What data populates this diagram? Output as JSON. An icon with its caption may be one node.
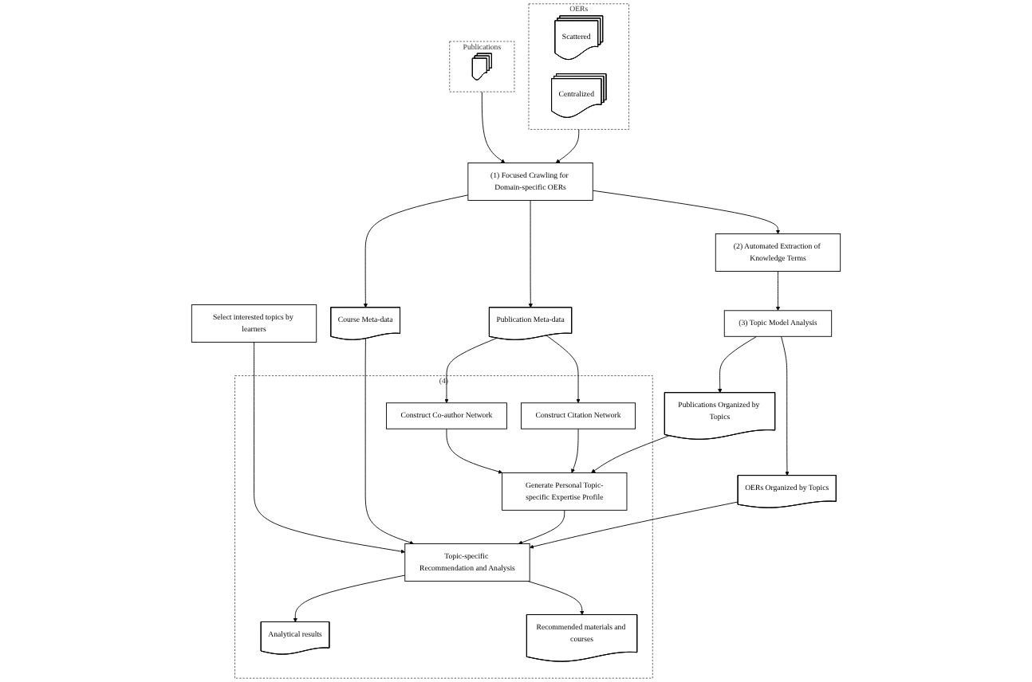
{
  "diagram": {
    "nodes": [
      {
        "text": [
          "Publications"
        ]
      },
      {
        "text": [],
        "shape": "document",
        "in": 0
      },
      {
        "text": [
          "OERs"
        ]
      },
      {
        "text": [
          "Scattered"
        ],
        "in": 2
      },
      {
        "text": [
          "Centralized"
        ],
        "in": 2
      },
      {
        "text": [
          "Course Meta-data"
        ]
      },
      {
        "text": [
          "(1) Focused Crawling for Domain-specific OERs"
        ]
      },
      {
        "text": [
          "(2) Automated Extraction of Knowledge Terms"
        ]
      },
      {
        "text": [
          "Publication Meta-data"
        ]
      },
      {
        "text": [
          "(4)"
        ]
      },
      {
        "text": [
          "Construct Co-author Network"
        ],
        "in": 9
      },
      {
        "text": [
          "Construct Citation Network"
        ],
        "in": 9
      },
      {
        "text": [
          "(3) Topic Model Analysis"
        ]
      },
      {
        "text": [
          "Generate Personal Topic-specific Expertise Profile"
        ],
        "in": 9
      },
      {
        "text": [
          "Publications Organized by Topics"
        ]
      },
      {
        "text": [
          "OERs Organized by Topics"
        ]
      },
      {
        "text": [
          "Topic-specific Recommendation and Analysis"
        ],
        "in": 9
      },
      {
        "text": [
          "Analytical results"
        ],
        "in": 9
      },
      {
        "text": [
          "Recommended materials and courses"
        ],
        "in": 9
      },
      {
        "text": [
          "Select interested topics by learners"
        ]
      }
    ],
    "edges": [
      {
        "from": 0,
        "to": 6,
        "arrow": "to"
      },
      {
        "from": 2,
        "to": 6,
        "arrow": "to"
      },
      {
        "from": 6,
        "to": 5,
        "arrow": "to"
      },
      {
        "from": 6,
        "to": 8,
        "arrow": "to"
      },
      {
        "from": 6,
        "to": 7,
        "arrow": "to"
      },
      {
        "from": 7,
        "to": 12,
        "arrow": "to"
      },
      {
        "from": 8,
        "to": 10,
        "arrow": "to"
      },
      {
        "from": 8,
        "to": 11,
        "arrow": "to"
      },
      {
        "from": 10,
        "to": 13,
        "arrow": "to"
      },
      {
        "from": 11,
        "to": 13,
        "arrow": "to"
      },
      {
        "from": 12,
        "to": 14,
        "arrow": "to"
      },
      {
        "from": 12,
        "to": 15,
        "arrow": "to"
      },
      {
        "from": 14,
        "to": 13,
        "arrow": "to"
      },
      {
        "from": 5,
        "to": 16,
        "arrow": "to"
      },
      {
        "from": 15,
        "to": 16,
        "arrow": "to"
      },
      {
        "from": 19,
        "to": 16,
        "arrow": "to"
      },
      {
        "from": 13,
        "to": 16,
        "arrow": "to"
      },
      {
        "from": 16,
        "to": 17,
        "arrow": "to"
      },
      {
        "from": 16,
        "to": 18,
        "arrow": "to"
      }
    ]
  }
}
